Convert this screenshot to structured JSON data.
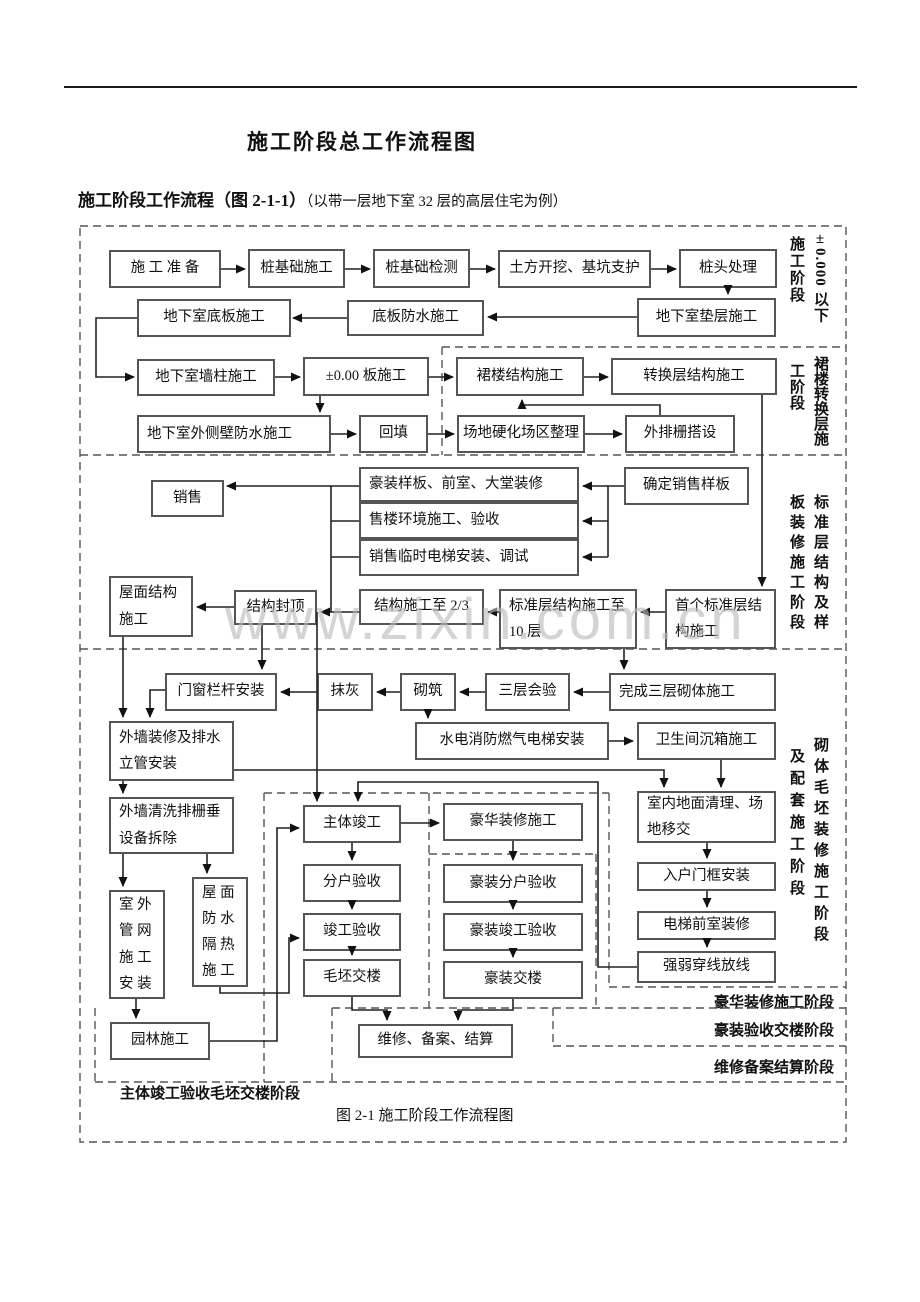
{
  "page": {
    "title": "施工阶段总工作流程图",
    "subtitle_bold": "施工阶段工作流程（图 2-1-1）",
    "subtitle_normal": "（以带一层地下室 32 层的高层住宅为例）",
    "caption": "图 2-1  施工阶段工作流程图",
    "watermark": "www.zixin.com.cn"
  },
  "stages": {
    "s1_right": "±0.000 以下",
    "s1_left": "施工阶段",
    "s2_right": "裙楼转换层施",
    "s2_left": "工阶段",
    "s3_right": "标准层结构及样",
    "s3_left": "板装修施工阶段",
    "s4_right": "砌体毛坯装修施工阶段",
    "s4_left": "及配套施工阶段",
    "s5": "豪华装修施工阶段",
    "s6": "豪装验收交楼阶段",
    "s7": "维修备案结算阶段",
    "s8": "主体竣工验收毛坯交楼阶段"
  },
  "flowchart": {
    "boxes": [
      {
        "id": "prep",
        "label": "施 工 准 备"
      },
      {
        "id": "pile",
        "label": "桩基础施工"
      },
      {
        "id": "pile-test",
        "label": "桩基础检测"
      },
      {
        "id": "excavation",
        "label": "土方开挖、基坑支护"
      },
      {
        "id": "pile-head",
        "label": "桩头处理"
      },
      {
        "id": "cushion",
        "label": "地下室垫层施工"
      },
      {
        "id": "floor-wp",
        "label": "底板防水施工"
      },
      {
        "id": "base-slab",
        "label": "地下室底板施工"
      },
      {
        "id": "wall-col",
        "label": "地下室墙柱施工"
      },
      {
        "id": "zero-slab",
        "label": "±0.00 板施工"
      },
      {
        "id": "podium",
        "label": "裙楼结构施工"
      },
      {
        "id": "transfer",
        "label": "转换层结构施工"
      },
      {
        "id": "ext-wp",
        "label": "地下室外侧壁防水施工"
      },
      {
        "id": "backfill",
        "label": "回填"
      },
      {
        "id": "site-harden",
        "label": "场地硬化场区整理"
      },
      {
        "id": "scaffold",
        "label": "外排栅搭设"
      },
      {
        "id": "sales",
        "label": "销售"
      },
      {
        "id": "sample-deco",
        "label": "豪装样板、前室、大堂装修"
      },
      {
        "id": "sales-env",
        "label": "售楼环境施工、验收"
      },
      {
        "id": "temp-elevator",
        "label": "销售临时电梯安装、调试"
      },
      {
        "id": "confirm-sample",
        "label": "确定销售样板"
      },
      {
        "id": "roof-structure",
        "label": "屋面结构\n施工"
      },
      {
        "id": "topping",
        "label": "结构封顶"
      },
      {
        "id": "struct-23",
        "label": "结构施工至 2/3"
      },
      {
        "id": "struct-10",
        "label": "标准层结构施工至\n10 层"
      },
      {
        "id": "first-std",
        "label": "首个标准层结\n构施工"
      },
      {
        "id": "door-rail",
        "label": "门窗栏杆安装"
      },
      {
        "id": "plaster",
        "label": "抹灰"
      },
      {
        "id": "masonry",
        "label": "砌筑"
      },
      {
        "id": "three-check",
        "label": "三层会验"
      },
      {
        "id": "three-done",
        "label": "完成三层砌体施工"
      },
      {
        "id": "mep",
        "label": "水电消防燃气电梯安装"
      },
      {
        "id": "toilet-box",
        "label": "卫生间沉箱施工"
      },
      {
        "id": "ext-deco",
        "label": "外墙装修及排水\n立管安装"
      },
      {
        "id": "ext-clean",
        "label": "外墙清洗排栅垂\n设备拆除"
      },
      {
        "id": "outdoor-pipe",
        "label": "室 外\n管 网\n施 工\n安 装"
      },
      {
        "id": "roof-wp",
        "label": "屋 面\n防 水\n隔 热\n施 工"
      },
      {
        "id": "main-complete",
        "label": "主体竣工"
      },
      {
        "id": "lux-deco",
        "label": "豪华装修施工"
      },
      {
        "id": "unit-check",
        "label": "分户验收"
      },
      {
        "id": "lux-unit-check",
        "label": "豪装分户验收"
      },
      {
        "id": "completion-check",
        "label": "竣工验收"
      },
      {
        "id": "lux-completion-check",
        "label": "豪装竣工验收"
      },
      {
        "id": "bare-delivery",
        "label": "毛坯交楼"
      },
      {
        "id": "lux-delivery",
        "label": "豪装交楼"
      },
      {
        "id": "indoor-clean",
        "label": "室内地面清理、场\n地移交"
      },
      {
        "id": "door-frame",
        "label": "入户门框安装"
      },
      {
        "id": "elevator-lobby",
        "label": "电梯前室装修"
      },
      {
        "id": "wire-laying",
        "label": "强弱穿线放线"
      },
      {
        "id": "garden",
        "label": "园林施工"
      },
      {
        "id": "repair",
        "label": "维修、备案、结算"
      }
    ]
  }
}
